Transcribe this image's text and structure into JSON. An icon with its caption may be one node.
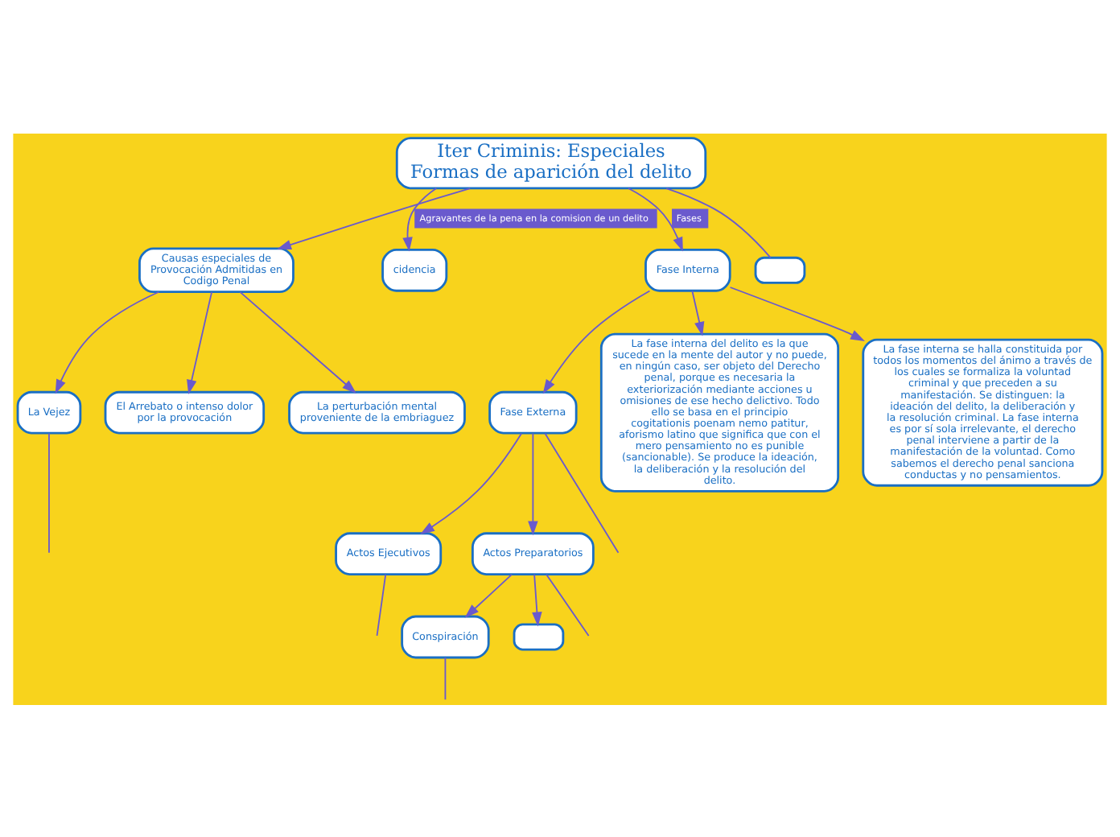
{
  "diagram": {
    "nodes": [
      {
        "text": [
          "Iter Criminis: Especiales Formas de aparición del delito"
        ]
      },
      {
        "text": [
          "Causas especiales de Provocación Admitidas en Codigo Penal"
        ]
      },
      {
        "text": [
          "La Vejez"
        ]
      },
      {
        "text": [
          "El Arrebato o intenso dolor por la provocación"
        ]
      },
      {
        "text": [
          "La perturbación mental proveniente de la embriaguez"
        ]
      },
      {
        "text": [
          "cidencia"
        ]
      },
      {
        "text": [
          "Fase Interna"
        ]
      },
      {
        "text": [
          "Fase Externa"
        ]
      },
      {
        "text": [
          "Actos Ejecutivos"
        ]
      },
      {
        "text": [
          "Actos Preparatorios"
        ]
      },
      {
        "text": [
          "Conspiración"
        ]
      },
      {
        "text": [
          "La fase interna del delito es la que sucede en la mente del autor y no puede, en ningún caso, ser objeto del Derecho penal, porque es necesaria la exteriorización mediante acciones u omisiones de ese hecho delictivo. Todo ello se basa en el principio cogitationis poenam nemo patitur, aforismo latino que significa que con el mero pensamiento no es punible (sancionable). Se produce la ideación, la deliberación y la resolución del delito."
        ]
      },
      {
        "text": [
          "La fase interna se halla constituida por todos los momentos del ánimo a través de los cuales se formaliza la voluntad criminal y que preceden a su manifestación. Se distinguen: la ideación del delito, la deliberación y la resolución criminal. La fase interna es por sí sola irrelevante, el derecho penal interviene a partir de la manifestación de la voluntad. Como sabemos el derecho penal sanciona conductas y no pensamientos."
        ]
      },
      {
        "text": [],
        "shape": "box"
      },
      {
        "text": [],
        "shape": "box"
      }
    ],
    "edges": [
      {
        "from": 0,
        "to": 1,
        "arrow": "to"
      },
      {
        "from": 1,
        "to": 2,
        "arrow": "to"
      },
      {
        "from": 1,
        "to": 3,
        "arrow": "to"
      },
      {
        "from": 1,
        "to": 4,
        "arrow": "to"
      },
      {
        "from": 2,
        "to": null,
        "arrow": "none"
      },
      {
        "from": 0,
        "to": 5,
        "arrow": "to",
        "label": "Agravantes de la pena en la comision de un delito"
      },
      {
        "from": 0,
        "to": 14,
        "arrow": "none"
      },
      {
        "from": 0,
        "to": 6,
        "arrow": "to",
        "label": "Fases"
      },
      {
        "from": 6,
        "to": 7,
        "arrow": "to"
      },
      {
        "from": 6,
        "to": 11,
        "arrow": "to"
      },
      {
        "from": 6,
        "to": 12,
        "arrow": "to"
      },
      {
        "from": 7,
        "to": 8,
        "arrow": "to"
      },
      {
        "from": 7,
        "to": null,
        "arrow": "none"
      },
      {
        "from": 8,
        "to": null,
        "arrow": "none"
      },
      {
        "from": 7,
        "to": 9,
        "arrow": "to"
      },
      {
        "from": 9,
        "to": 10,
        "arrow": "to"
      },
      {
        "from": 9,
        "to": 13,
        "arrow": "to"
      },
      {
        "from": 9,
        "to": null,
        "arrow": "none"
      },
      {
        "from": 10,
        "to": null,
        "arrow": "none"
      }
    ]
  }
}
